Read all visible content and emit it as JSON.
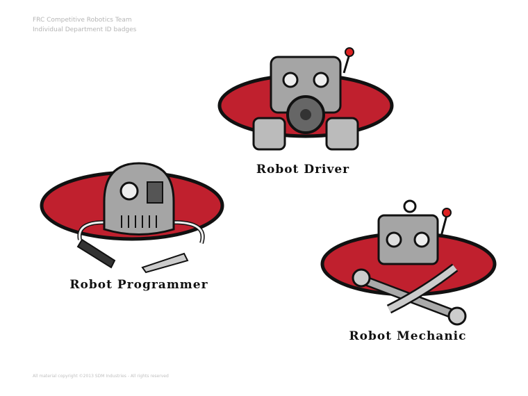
{
  "header": {
    "line1": "FRC Competitive Robotics Team",
    "line2": "Individual Department ID badges"
  },
  "badges": [
    {
      "label": "Robot Driver"
    },
    {
      "label": "Robot Programmer"
    },
    {
      "label": "Robot Mechanic"
    }
  ],
  "footer": "All material copyright ©2013 SDM Industries - All rights reserved",
  "colors": {
    "red": "#c0202e",
    "gray": "#9a9a9a",
    "outline": "#111111"
  }
}
